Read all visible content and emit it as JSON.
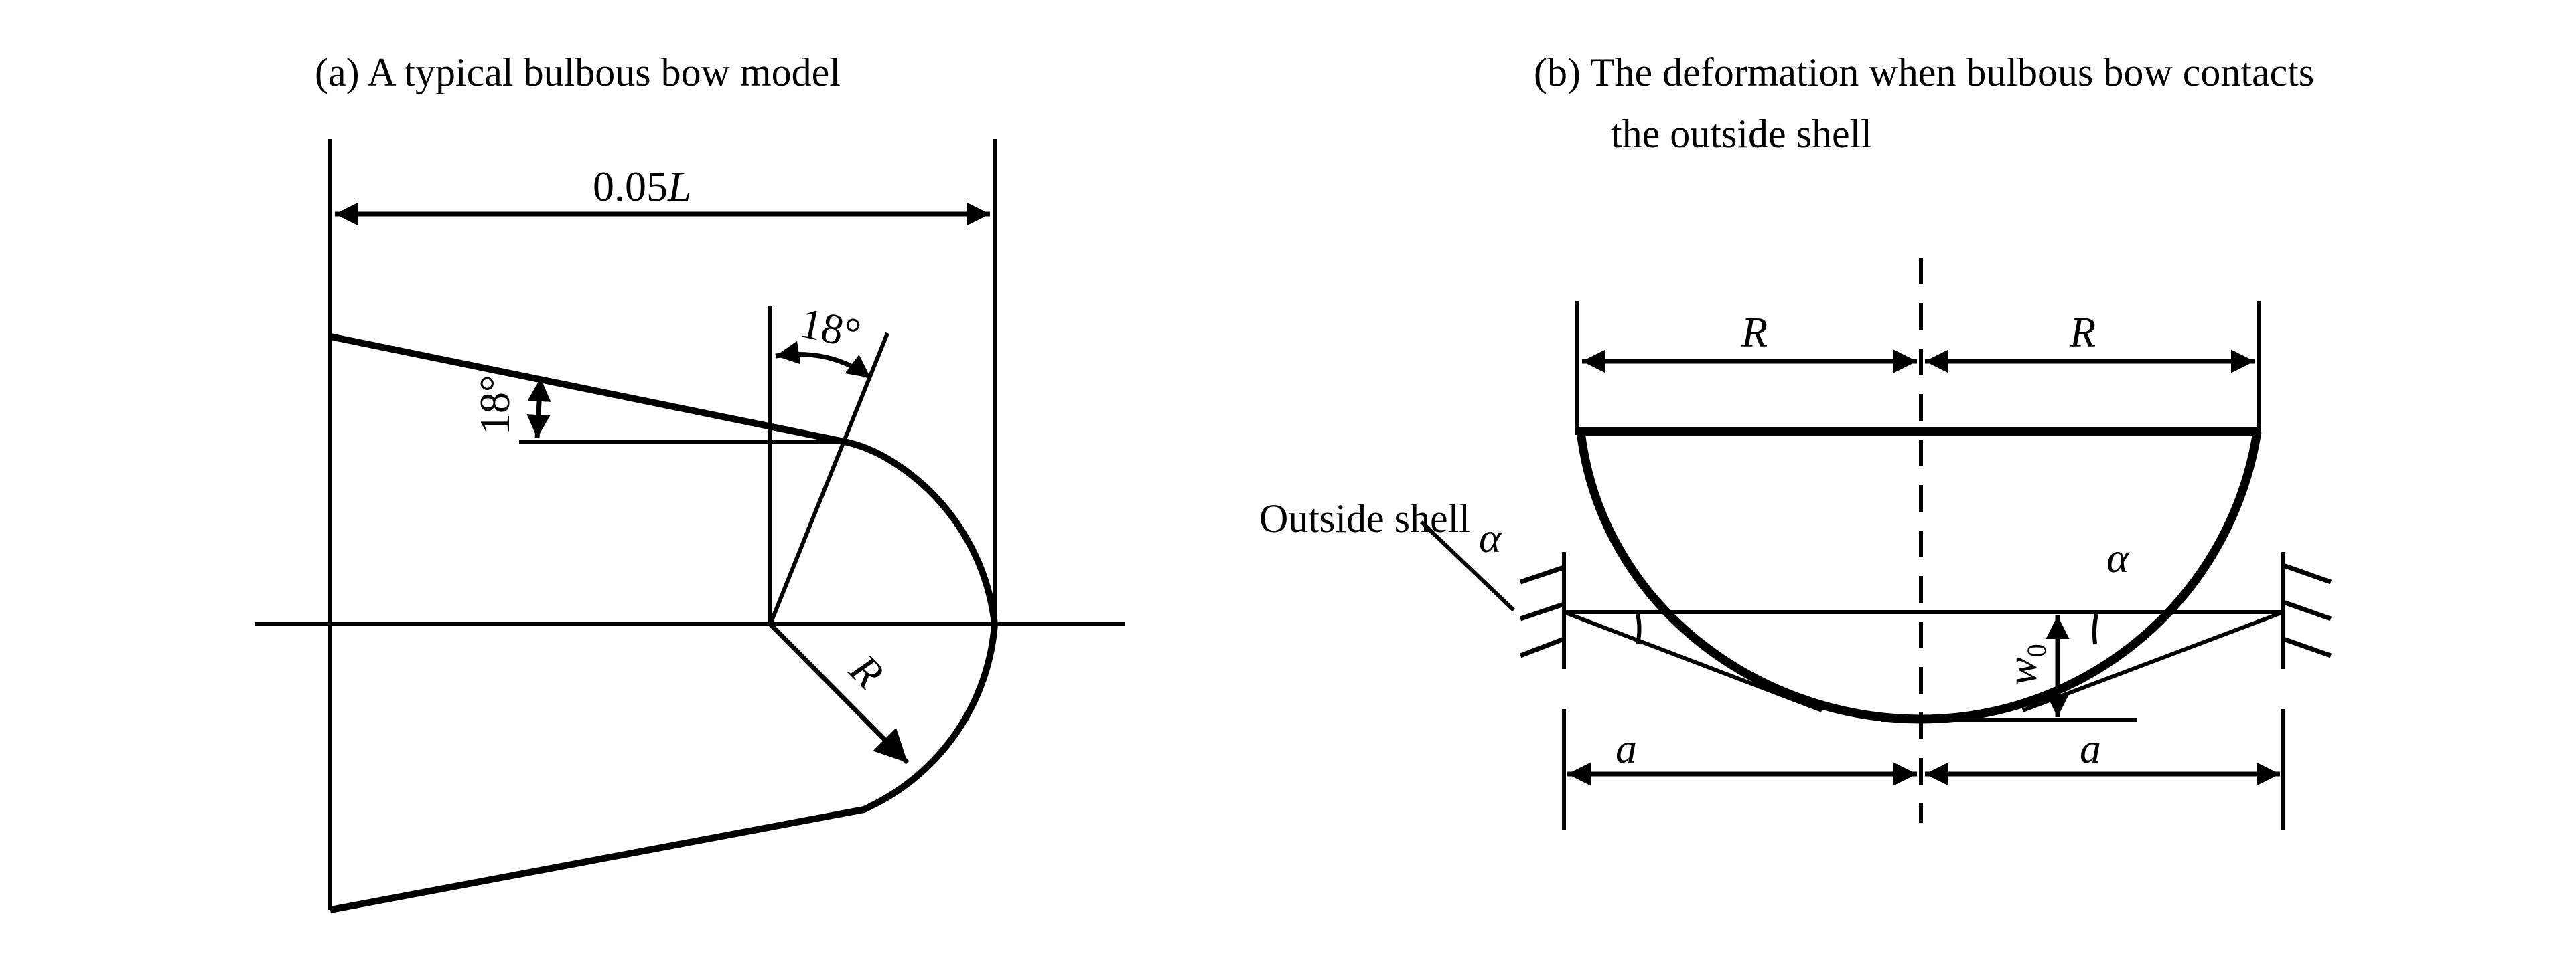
{
  "panel_a": {
    "caption": "(a) A typical bulbous bow model",
    "dimension_length": "0.05",
    "dimension_length_var": "L",
    "angle_upper": "18°",
    "angle_left": "18°",
    "radius_label": "R"
  },
  "panel_b": {
    "caption_line1": "(b) The deformation when bulbous bow contacts",
    "caption_line2": "the outside shell",
    "radius_left": "R",
    "radius_right": "R",
    "shell_label": "Outside shell",
    "alpha_left": "α",
    "alpha_right": "α",
    "deflection_label": "w",
    "deflection_subscript": "0",
    "span_left": "a",
    "span_right": "a"
  },
  "colors": {
    "ink": "#000000",
    "background": "#ffffff"
  }
}
